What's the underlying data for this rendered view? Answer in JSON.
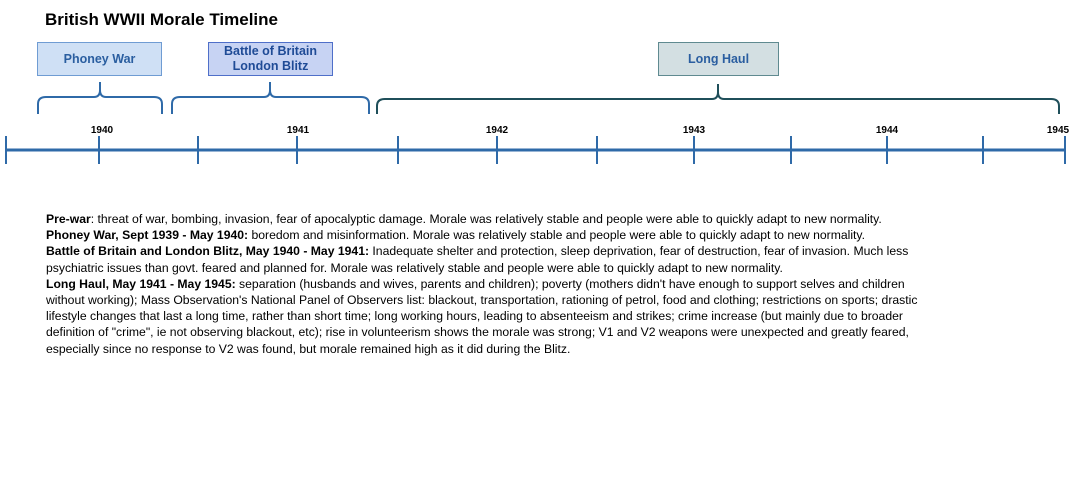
{
  "title": "British WWII Morale Timeline",
  "eras": [
    {
      "label": "Phoney War",
      "color": "#cfe0f5"
    },
    {
      "label": "Battle of Britain\nLondon Blitz",
      "color": "#c7d3f3"
    },
    {
      "label": "Long Haul",
      "color": "#d3dfe2"
    }
  ],
  "timeline": {
    "years": [
      "1940",
      "1941",
      "1942",
      "1943",
      "1944",
      "1945"
    ],
    "axis_color": "#2f6aa8",
    "bracket_color_blue": "#2f6aa8",
    "bracket_color_teal": "#1f4f5a"
  },
  "descriptions": [
    {
      "heading": "Pre-war",
      "text": ": threat of war, bombing, invasion, fear of apocalyptic damage. Morale was relatively stable and people were able to quickly adapt to new normality."
    },
    {
      "heading": "Phoney War, Sept 1939 - May 1940:",
      "text": " boredom and misinformation. Morale was relatively stable and people were able to quickly adapt to new normality."
    },
    {
      "heading": "Battle of Britain and London Blitz, May 1940 - May 1941:",
      "text": " Inadequate shelter and protection, sleep deprivation, fear of destruction, fear of invasion. Much less psychiatric issues than govt. feared and planned for. Morale was relatively stable and people were able to quickly adapt to new normality."
    },
    {
      "heading": "Long Haul, May 1941 - May 1945:",
      "text": " separation (husbands and wives, parents and children); poverty (mothers didn't have enough to support selves and children without working); Mass Observation's National Panel of Observers list: blackout, transportation, rationing of petrol, food and clothing; restrictions on sports; drastic lifestyle changes that last a long time, rather than short time; long working hours, leading to absenteeism and strikes; crime increase (but mainly due to broader definition of \"crime\", ie not observing blackout, etc); rise in volunteerism shows the morale was strong; V1 and V2 weapons were unexpected and greatly feared, especially since no response to V2 was found, but morale remained high as it did during the Blitz."
    }
  ]
}
